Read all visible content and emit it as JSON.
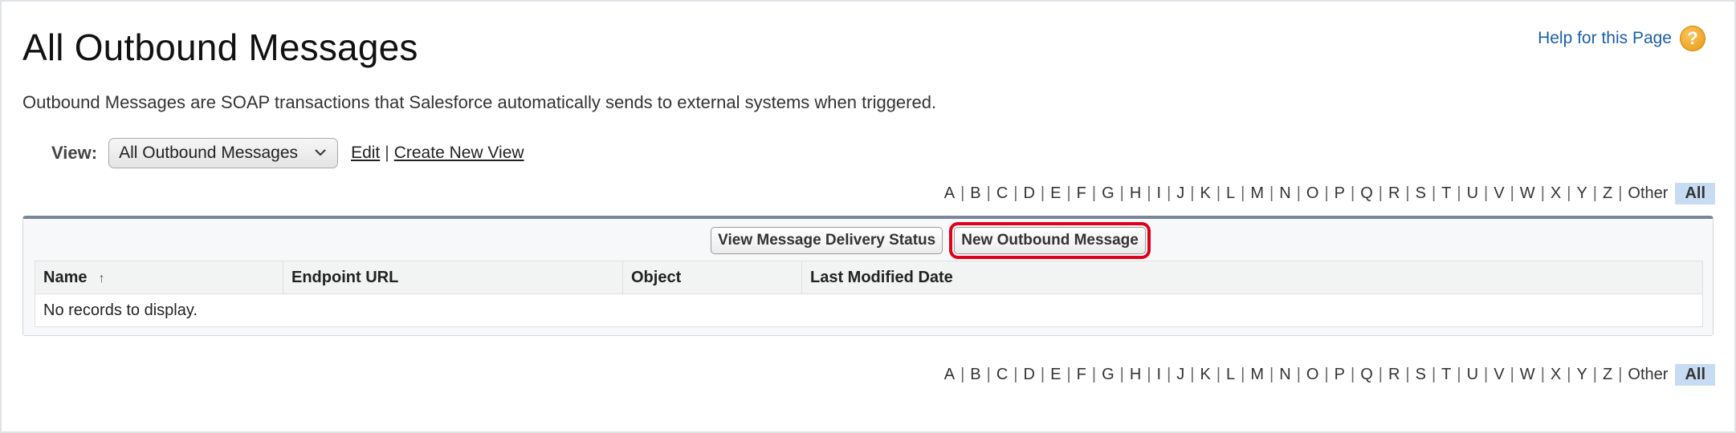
{
  "page": {
    "title": "All Outbound Messages",
    "description": "Outbound Messages are SOAP transactions that Salesforce automatically sends to external systems when triggered.",
    "help_link": "Help for this Page",
    "help_icon": "question-mark-icon"
  },
  "view": {
    "label": "View:",
    "selected": "All Outbound Messages",
    "edit_link": "Edit",
    "separator": "|",
    "create_link": "Create New View"
  },
  "alphabet": {
    "letters": [
      "A",
      "B",
      "C",
      "D",
      "E",
      "F",
      "G",
      "H",
      "I",
      "J",
      "K",
      "L",
      "M",
      "N",
      "O",
      "P",
      "Q",
      "R",
      "S",
      "T",
      "U",
      "V",
      "W",
      "X",
      "Y",
      "Z",
      "Other"
    ],
    "all_label": "All",
    "separator": "|"
  },
  "list": {
    "buttons": {
      "view_status": "View Message Delivery Status",
      "new_message": "New Outbound Message"
    },
    "columns": [
      "Name",
      "Endpoint URL",
      "Object",
      "Last Modified Date"
    ],
    "sort_indicator": "↑",
    "empty_message": "No records to display."
  },
  "colors": {
    "highlight": "#e0001b",
    "link": "#1a5fa8",
    "all_selected_bg": "#c7dcf2"
  }
}
